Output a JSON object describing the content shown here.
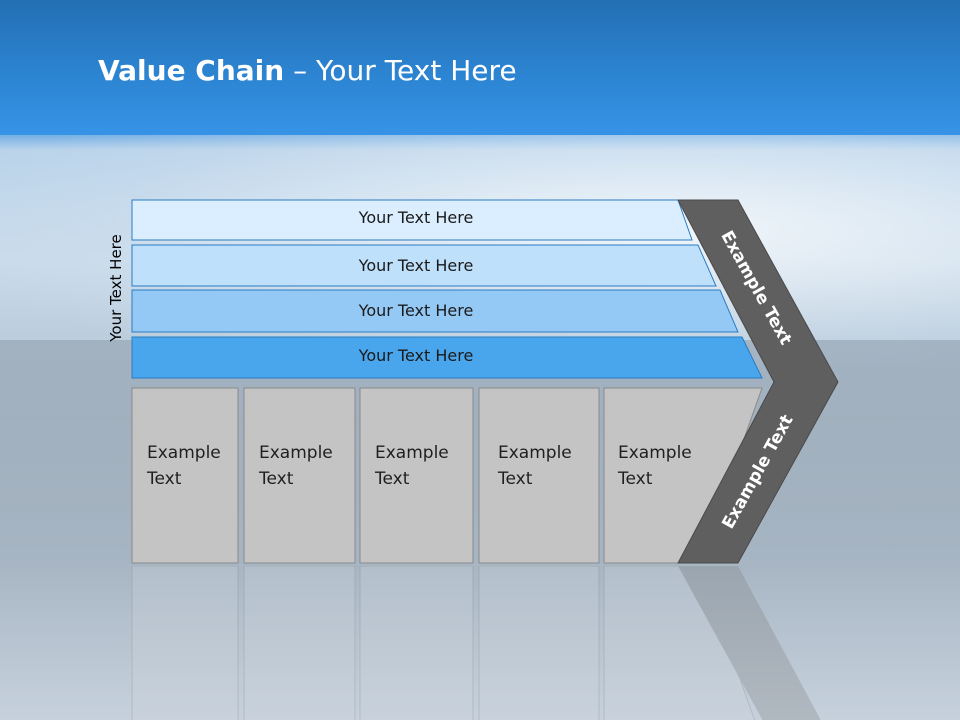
{
  "slide": {
    "title_bold": "Value Chain",
    "title_rest": " – Your Text Here",
    "side_label": "Your Text Here"
  },
  "bands": [
    {
      "label": "Your Text Here",
      "color": "#dbeeff"
    },
    {
      "label": "Your Text Here",
      "color": "#bfe0fb"
    },
    {
      "label": "Your Text Here",
      "color": "#95c9f5"
    },
    {
      "label": "Your Text Here",
      "color": "#4aa6ec"
    }
  ],
  "columns": [
    {
      "line1": "Example",
      "line2": "Text"
    },
    {
      "line1": "Example",
      "line2": "Text"
    },
    {
      "line1": "Example",
      "line2": "Text"
    },
    {
      "line1": "Example",
      "line2": "Text"
    },
    {
      "line1": "Example",
      "line2": "Text"
    }
  ],
  "chevron": {
    "top_label": "Example Text",
    "bottom_label": "Example Text",
    "color": "#5f5f5f"
  },
  "colors": {
    "column_fill": "#c4c4c4",
    "column_border": "#8a8a8a",
    "band_border": "#2a7cc4"
  }
}
